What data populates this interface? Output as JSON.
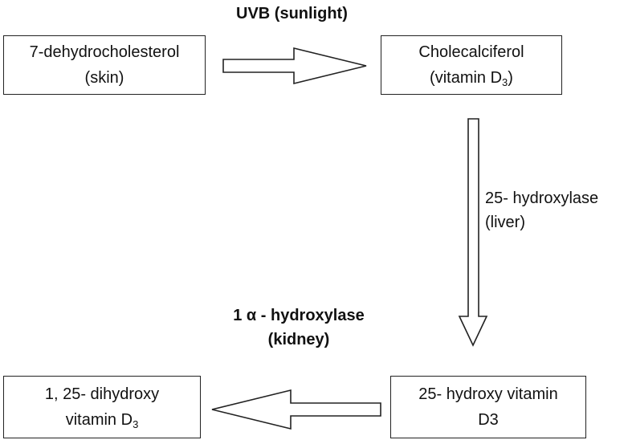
{
  "nodes": {
    "dehydro": {
      "line1": "7-dehydrocholesterol",
      "line2": "(skin)"
    },
    "chole": {
      "line1": "Cholecalciferol",
      "line2_pre": "(vitamin D",
      "line2_sub": "3",
      "line2_post": ")"
    },
    "hydroxy25": {
      "line1": "25- hydroxy vitamin",
      "line2": "D3"
    },
    "dihydroxy": {
      "line1": "1, 25- dihydroxy",
      "line2_pre": "vitamin D",
      "line2_sub": "3"
    }
  },
  "labels": {
    "uvb": "UVB (sunlight)",
    "hydroxylase25_line1": "25- hydroxylase",
    "hydroxylase25_line2": "(liver)",
    "hydroxylase1a_line1": "1 α - hydroxylase",
    "hydroxylase1a_line2": "(kidney)"
  },
  "colors": {
    "stroke": "#222222",
    "text": "#111111",
    "background": "#ffffff"
  }
}
